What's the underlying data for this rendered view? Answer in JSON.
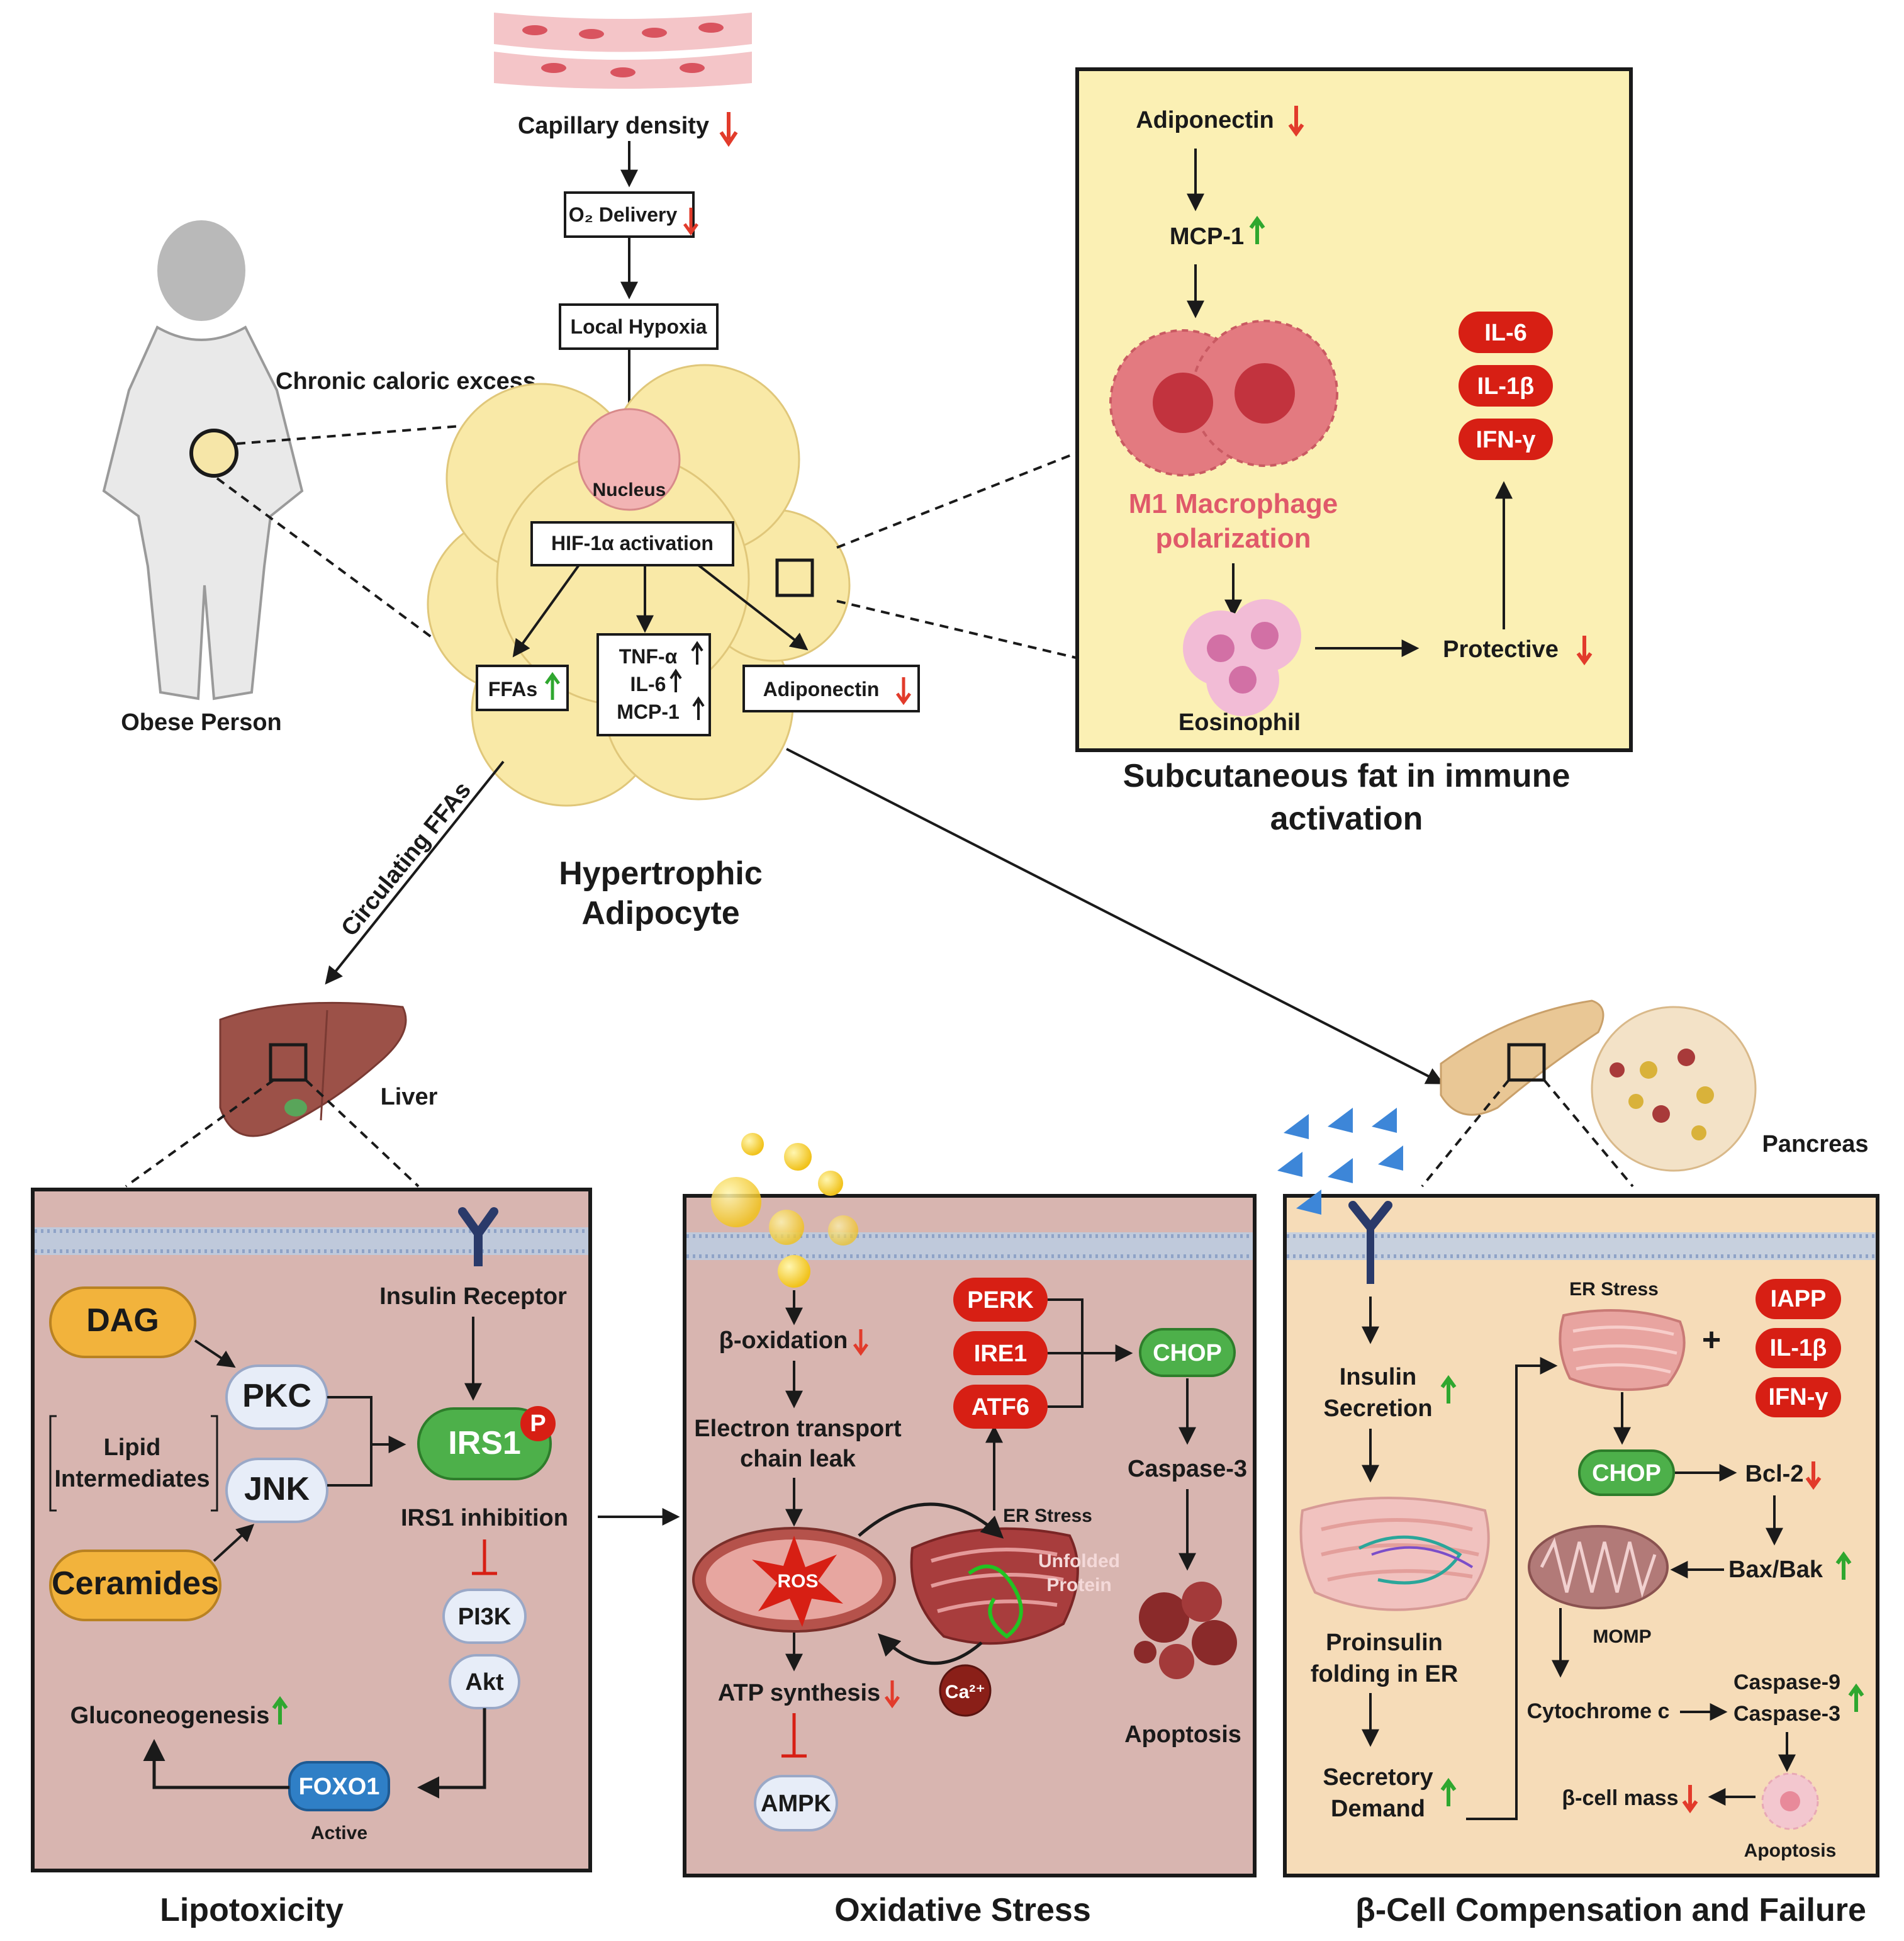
{
  "colors": {
    "panel_lipo": "#d8b5b0",
    "panel_ox": "#d8b5b0",
    "panel_beta": "#f6dcb8",
    "panel_immune": "#fbf0b4",
    "adipocyte": "#f9e9a7",
    "red_pill": "#d71f14",
    "green_pill": "#4db04a",
    "orange_pill": "#f2b33c",
    "blue_pill": "#2f7fc6",
    "arrow_red": "#e23b2b",
    "arrow_green": "#2fa72f"
  },
  "top": {
    "capillary": "Capillary density",
    "o2": "O₂ Delivery",
    "hypoxia": "Local Hypoxia",
    "chronic": "Chronic caloric excess",
    "obese_person": "Obese Person",
    "nucleus": "Nucleus",
    "hif": "HIF-1α activation",
    "ffas": "FFAs",
    "tnf": "TNF-α",
    "il6": "IL-6",
    "mcp1": "MCP-1",
    "adiponectin": "Adiponectin",
    "hypertrophic_1": "Hypertrophic",
    "hypertrophic_2": "Adipocyte",
    "circulating": "Circulating FFAs"
  },
  "immune": {
    "adiponectin": "Adiponectin",
    "mcp1": "MCP-1",
    "m1_1": "M1 Macrophage",
    "m1_2": "polarization",
    "eosinophil": "Eosinophil",
    "protective": "Protective",
    "cytokines": [
      "IL-6",
      "IL-1β",
      "IFN-γ"
    ],
    "title_1": "Subcutaneous fat in immune",
    "title_2": "activation"
  },
  "organs": {
    "liver": "Liver",
    "pancreas": "Pancreas"
  },
  "lipo": {
    "dag": "DAG",
    "pkc": "PKC",
    "lipid_1": "Lipid",
    "lipid_2": "Intermediates",
    "jnk": "JNK",
    "ceramides": "Ceramides",
    "insulin_receptor": "Insulin Receptor",
    "irs1": "IRS1",
    "p": "P",
    "irs1_inhibition": "IRS1 inhibition",
    "pi3k": "PI3K",
    "akt": "Akt",
    "gluconeo": "Gluconeogenesis",
    "foxo1": "FOXO1",
    "active": "Active",
    "title": "Lipotoxicity"
  },
  "ox": {
    "beta_ox": "β-oxidation",
    "etc_1": "Electron transport",
    "etc_2": "chain leak",
    "ros": "ROS",
    "atp": "ATP synthesis",
    "ampk": "AMPK",
    "perk": "PERK",
    "ire1": "IRE1",
    "atf6": "ATF6",
    "chop": "CHOP",
    "caspase3": "Caspase-3",
    "er_stress": "ER Stress",
    "unfolded_1": "Unfolded",
    "unfolded_2": "Protein",
    "ca": "Ca²⁺",
    "apoptosis": "Apoptosis",
    "title": "Oxidative Stress"
  },
  "beta": {
    "er_stress": "ER Stress",
    "iapp": "IAPP",
    "il1b": "IL-1β",
    "ifng": "IFN-γ",
    "plus": "+",
    "ins_sec_1": "Insulin",
    "ins_sec_2": "Secretion",
    "chop": "CHOP",
    "bcl2": "Bcl-2",
    "baxbak": "Bax/Bak",
    "momp": "MOMP",
    "pro_1": "Proinsulin",
    "pro_2": "folding in ER",
    "cytc": "Cytochrome c",
    "casp9": "Caspase-9",
    "casp3": "Caspase-3",
    "sec_1": "Secretory",
    "sec_2": "Demand",
    "bmass": "β-cell mass",
    "apoptosis": "Apoptosis",
    "title": "β-Cell Compensation and Failure"
  }
}
